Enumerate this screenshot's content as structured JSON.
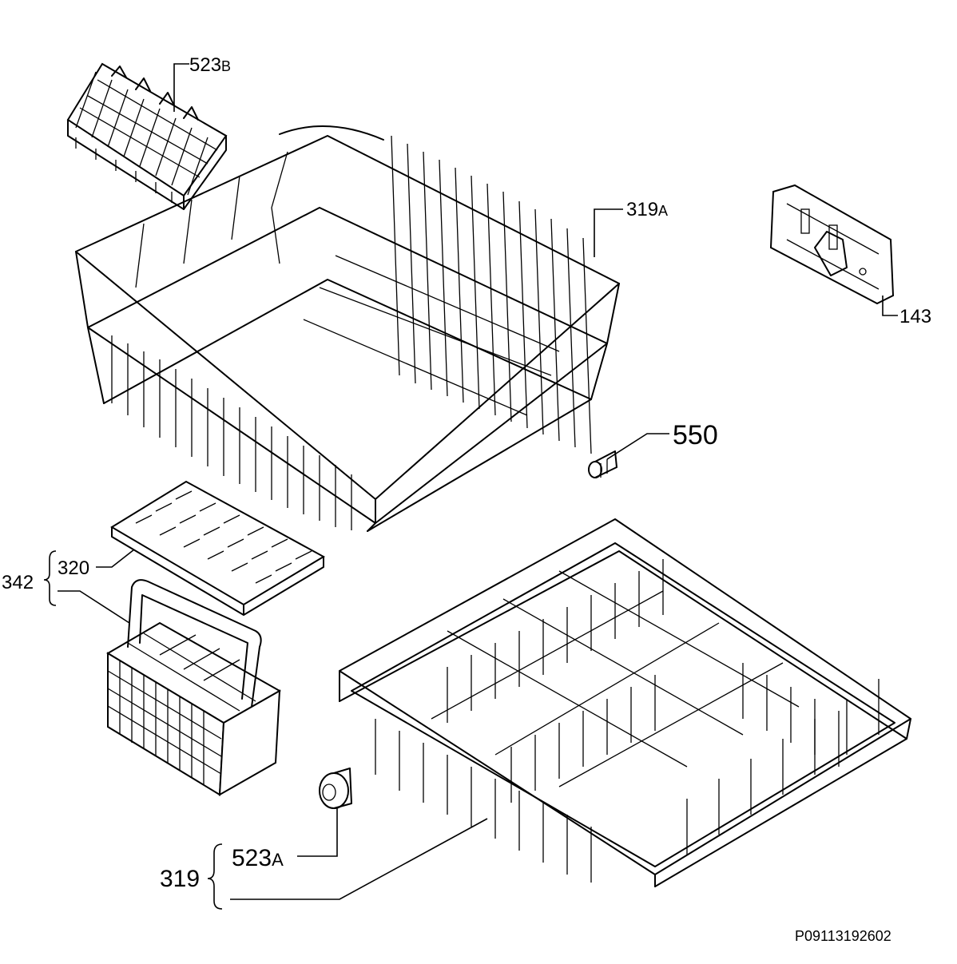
{
  "labels": {
    "p523b_main": "523",
    "p523b_suffix": "B",
    "p319a_main": "319",
    "p319a_suffix": "A",
    "p143": "143",
    "p550": "550",
    "p342": "342",
    "p320": "320",
    "p319": "319",
    "p523a_main": "523",
    "p523a_suffix": "A",
    "drawing_number": "P09113192602"
  }
}
